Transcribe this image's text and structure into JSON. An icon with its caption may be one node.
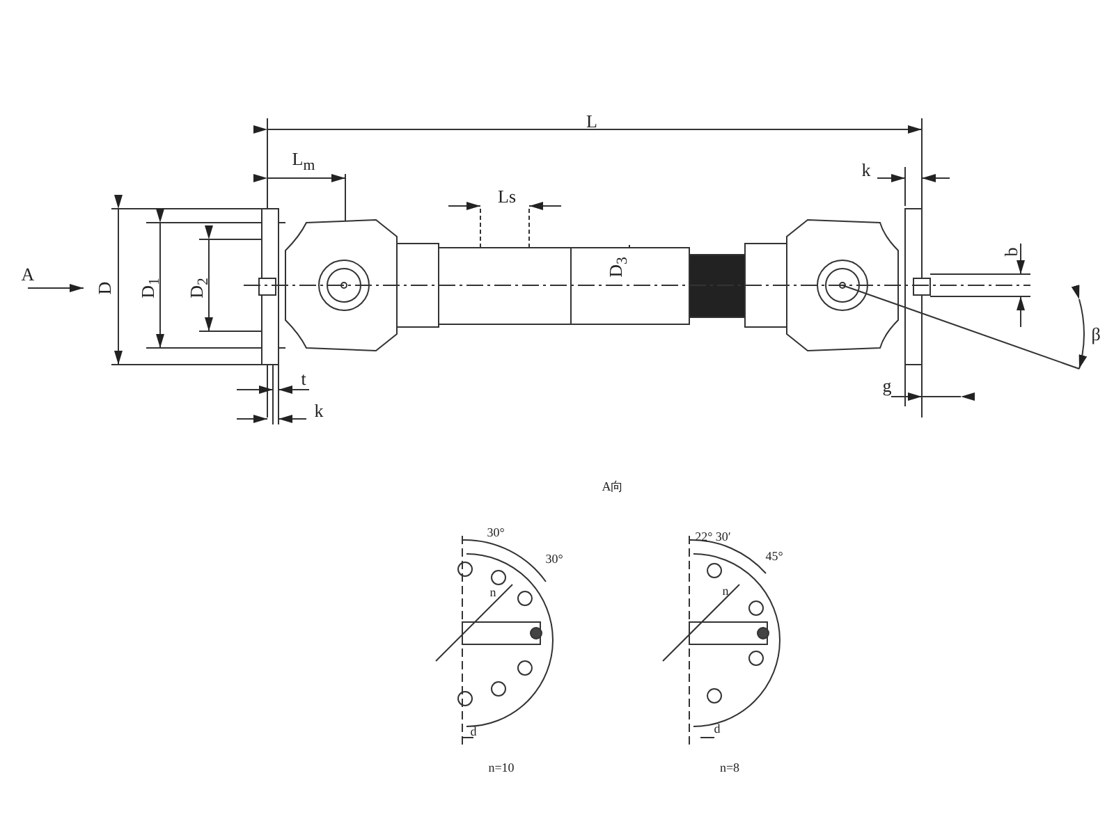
{
  "diagram": {
    "labels": [
      "L",
      "L$_{m}$",
      "Ls",
      "k",
      "A",
      "D",
      "D$_{1}$",
      "D$_{2}$",
      "D$_{3}$",
      "b",
      "β",
      "t",
      "k",
      "g",
      "A向",
      "30°",
      "30°",
      "n",
      "d",
      "n=10",
      "22° 30′",
      "45°",
      "n",
      "d",
      "n=8"
    ]
  }
}
